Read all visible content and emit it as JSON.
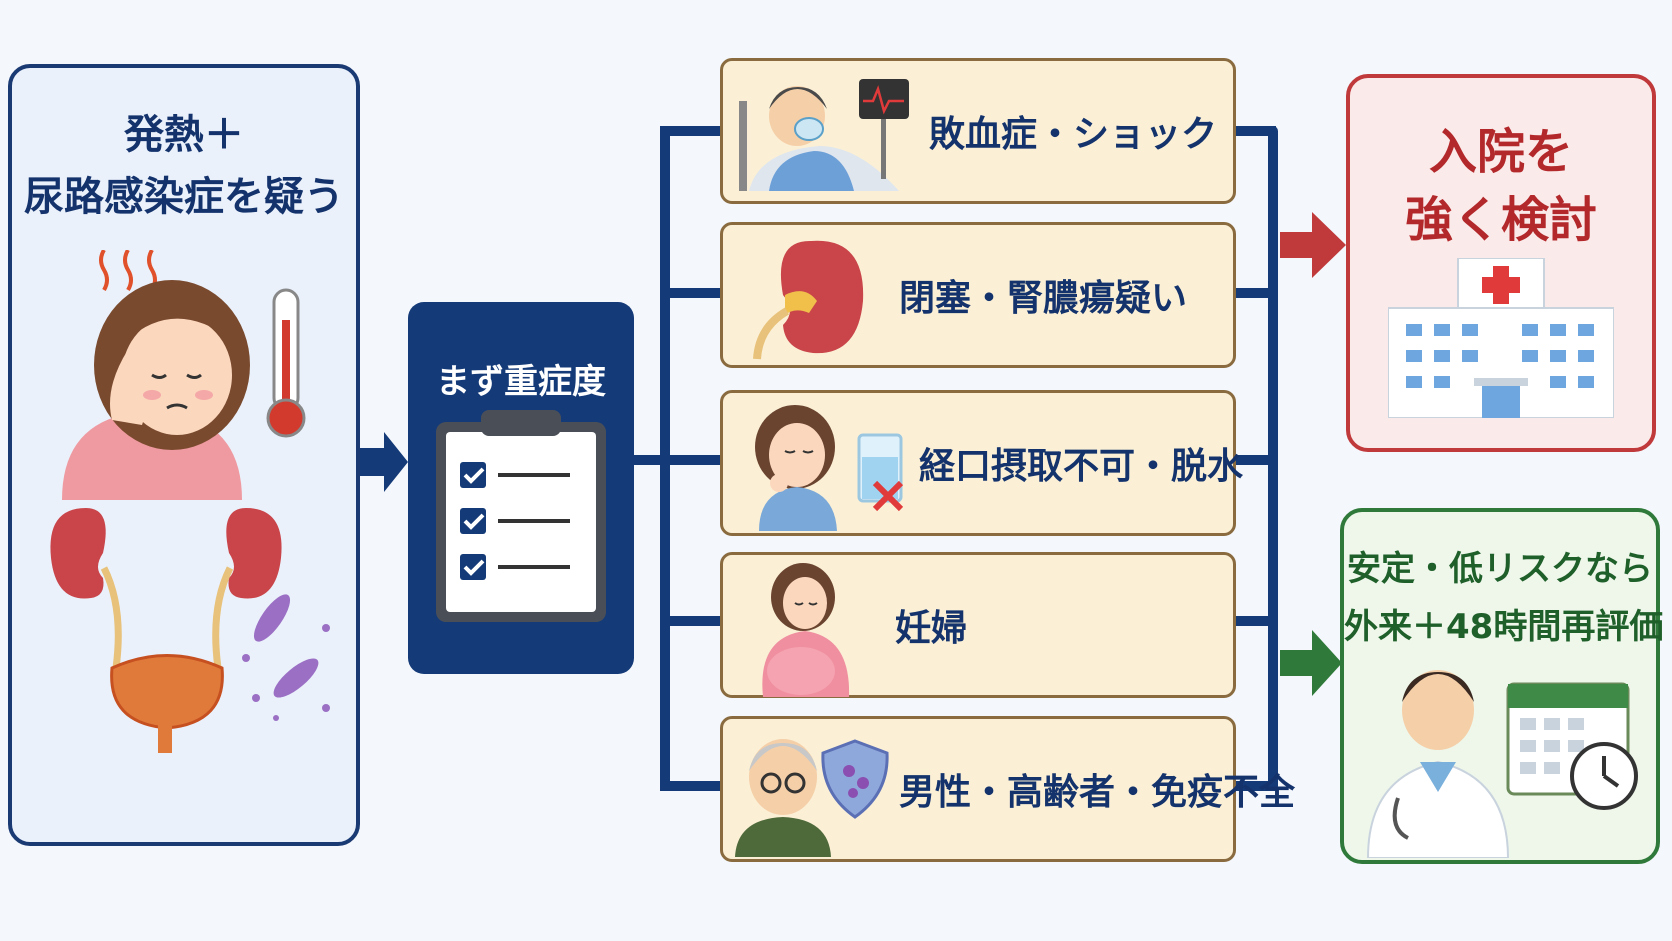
{
  "start": {
    "title_line1": "発熱＋",
    "title_line2": "尿路感染症を疑う"
  },
  "assessment": {
    "title": "まず重症度"
  },
  "criteria": [
    {
      "label": "敗血症・ショック",
      "icon": "patient-ventilator-icon"
    },
    {
      "label": "閉塞・腎膿瘍疑い",
      "icon": "kidney-icon"
    },
    {
      "label": "経口摂取不可・脱水",
      "icon": "no-water-icon"
    },
    {
      "label": "妊婦",
      "icon": "pregnant-woman-icon"
    },
    {
      "label": "男性・高齢者・免疫不全",
      "icon": "elderly-shield-icon"
    }
  ],
  "outcomes": {
    "admit": {
      "line1": "入院を",
      "line2": "強く検討",
      "color": "#c0393b"
    },
    "outpatient": {
      "line1": "安定・低リスクなら",
      "line2": "外来＋48時間再評価",
      "color": "#2f7a3a"
    }
  },
  "colors": {
    "navy": "#143a78",
    "amber_box": "#fbf0d6",
    "red": "#c0393b",
    "green": "#2f7a3a"
  }
}
